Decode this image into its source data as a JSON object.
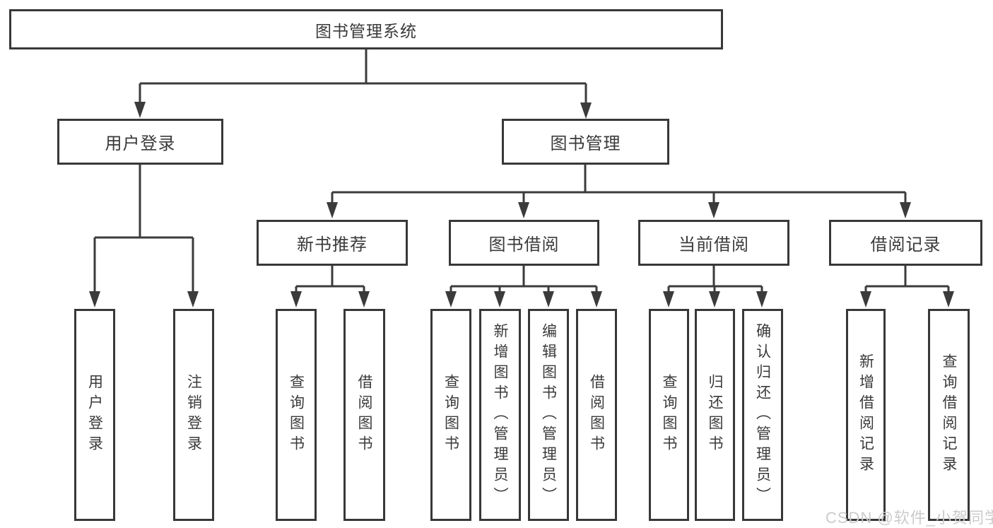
{
  "diagram_title": "图书管理系统",
  "nodes": {
    "root": "图书管理系统",
    "user_login": "用户登录",
    "book_management": "图书管理",
    "new_book_recommend": "新书推荐",
    "book_borrow": "图书借阅",
    "current_borrow": "当前借阅",
    "borrow_records": "借阅记录",
    "leaf_user_login": "用户登录",
    "leaf_logout": "注销登录",
    "leaf_nb_query": "查询图书",
    "leaf_nb_borrow": "借阅图书",
    "leaf_bb_query": "查询图书",
    "leaf_bb_add": "新增图书（管理员）",
    "leaf_bb_edit": "编辑图书（管理员）",
    "leaf_bb_borrow": "借阅图书",
    "leaf_cb_query": "查询图书",
    "leaf_cb_return": "归还图书",
    "leaf_cb_confirm": "确认归还（管理员）",
    "leaf_br_add": "新增借阅记录",
    "leaf_br_query": "查询借阅记录"
  },
  "hierarchy": {
    "图书管理系统": [
      "用户登录",
      "图书管理"
    ],
    "用户登录": [
      "用户登录",
      "注销登录"
    ],
    "图书管理": [
      "新书推荐",
      "图书借阅",
      "当前借阅",
      "借阅记录"
    ],
    "新书推荐": [
      "查询图书",
      "借阅图书"
    ],
    "图书借阅": [
      "查询图书",
      "新增图书（管理员）",
      "编辑图书（管理员）",
      "借阅图书"
    ],
    "当前借阅": [
      "查询图书",
      "归还图书",
      "确认归还（管理员）"
    ],
    "借阅记录": [
      "新增借阅记录",
      "查询借阅记录"
    ]
  },
  "watermark": "CSDN @软件_小贺同学",
  "colors": {
    "line": "#3b3b3b",
    "border": "#383838",
    "text": "#3a3a3a",
    "watermark": "#cbcbcb",
    "background": "#ffffff"
  }
}
